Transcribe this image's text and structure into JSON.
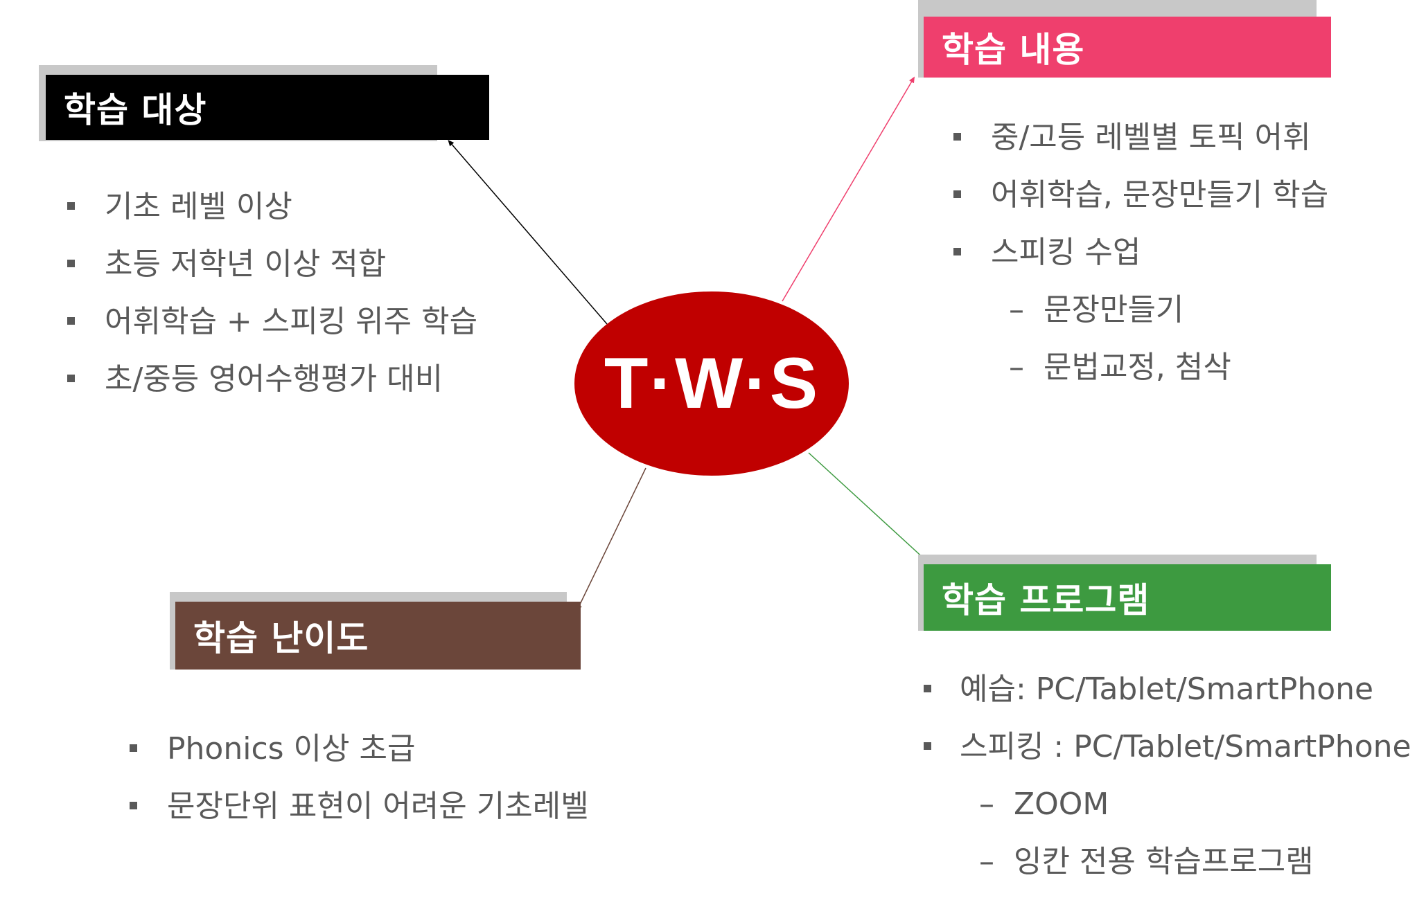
{
  "center": {
    "label": "T·W·S",
    "color": "#c00000"
  },
  "sections": {
    "target": {
      "title": "학습 대상",
      "color": "#000000",
      "items": [
        "기초 레벨 이상",
        "초등 저학년 이상 적합",
        "어휘학습 + 스피킹 위주 학습",
        "초/중등 영어수행평가 대비"
      ]
    },
    "content": {
      "title": "학습 내용",
      "color": "#ef3f6d",
      "items": [
        "중/고등 레벨별 토픽 어휘",
        "어휘학습, 문장만들기 학습",
        "스피킹 수업"
      ],
      "subitems": [
        "문장만들기",
        "문법교정, 첨삭"
      ]
    },
    "difficulty": {
      "title": "학습 난이도",
      "color": "#6b463a",
      "items": [
        "Phonics 이상 초급",
        "문장단위 표현이 어려운 기초레벨"
      ]
    },
    "program": {
      "title": "학습 프로그램",
      "color": "#3d9a40",
      "items": [
        "예습: PC/Tablet/SmartPhone",
        "스피킹 : PC/Tablet/SmartPhone"
      ],
      "subitems": [
        "ZOOM",
        "잉칸 전용 학습프로그램"
      ]
    }
  },
  "dash": "–"
}
